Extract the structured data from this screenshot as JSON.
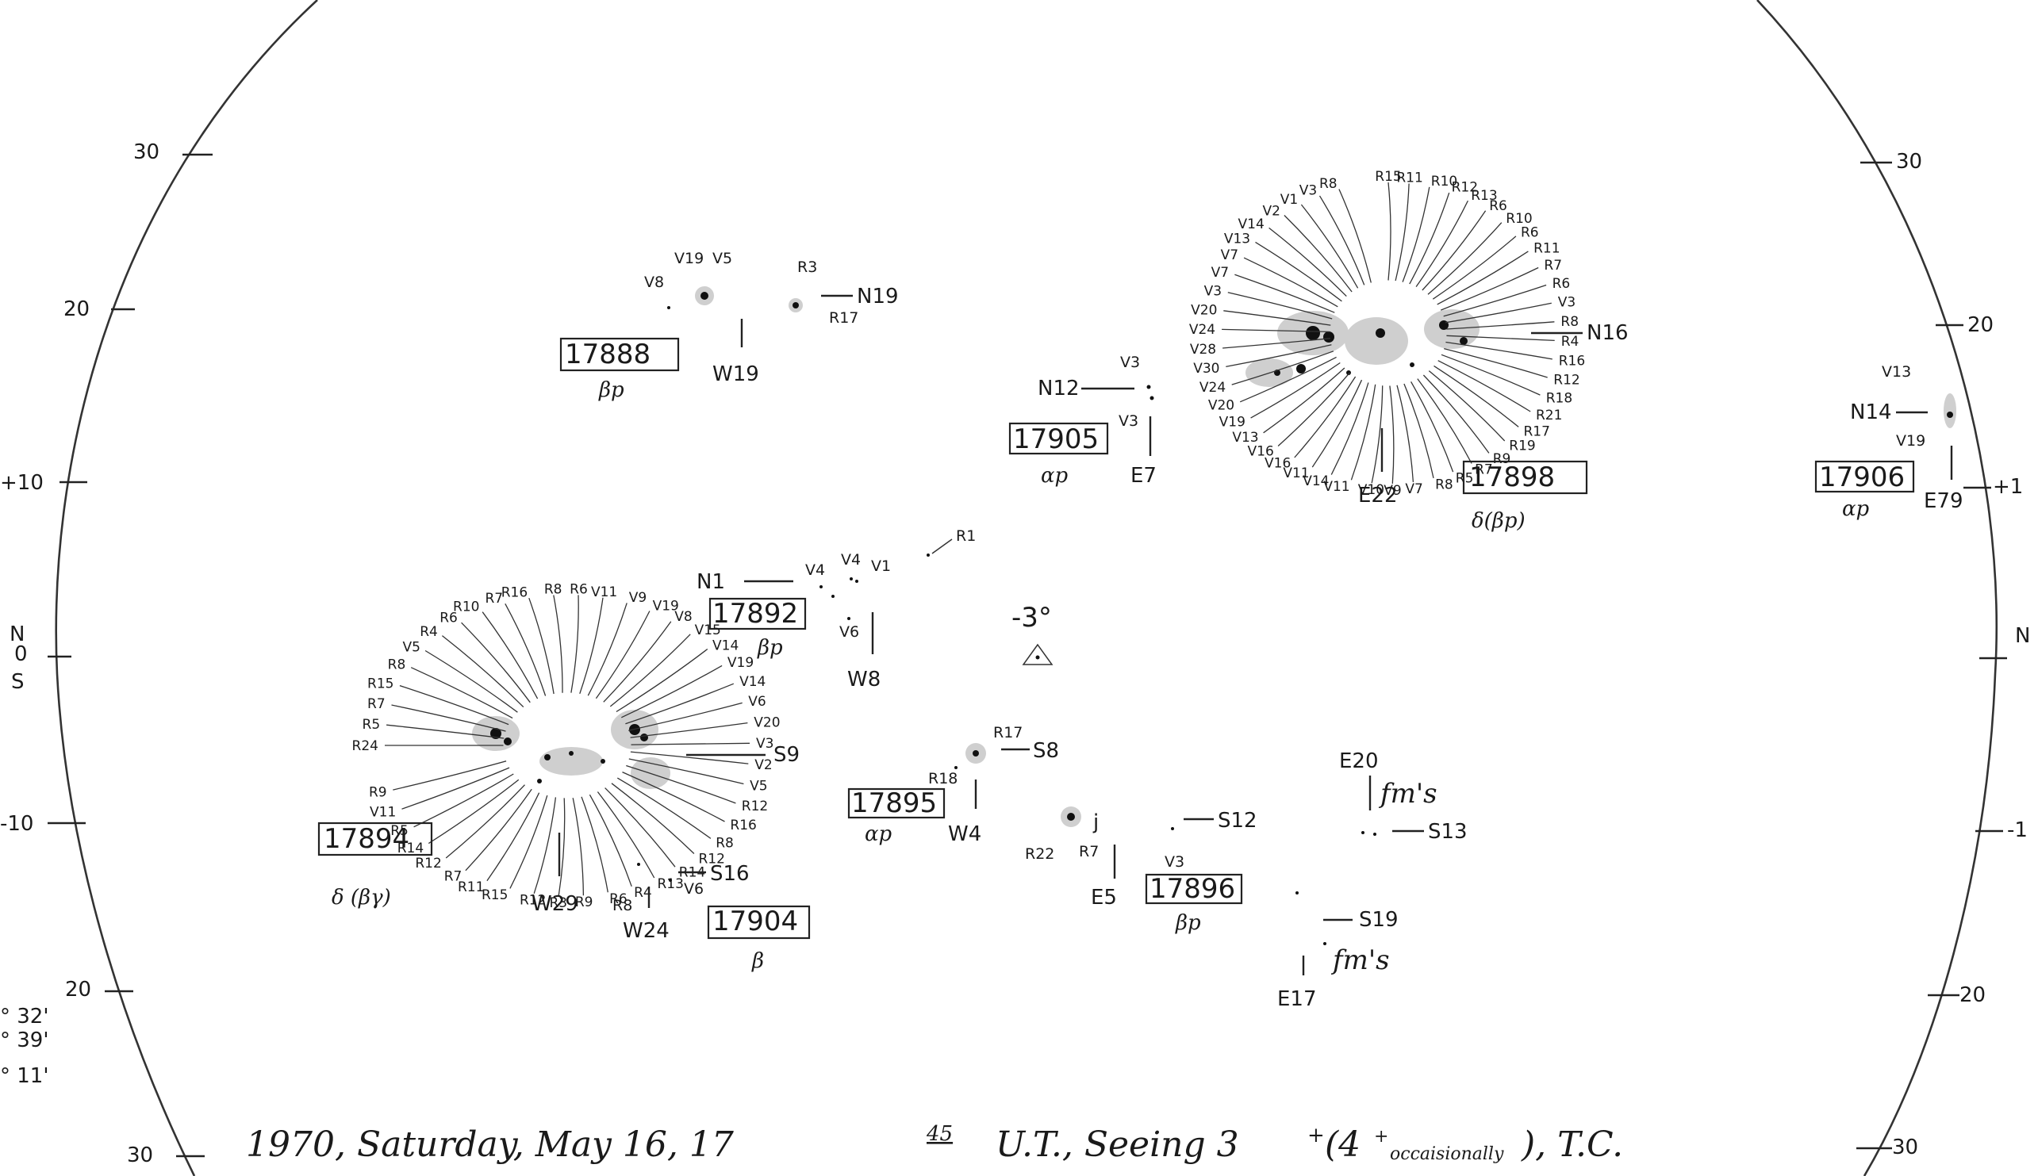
{
  "axis": {
    "left_ticks": [
      "30",
      "20",
      "+10",
      "N",
      "0",
      "S",
      "-10",
      "20",
      "30"
    ],
    "right_ticks": [
      "30",
      "20",
      "+1",
      "N",
      "-1",
      "20",
      "30"
    ]
  },
  "corner": {
    "lines": [
      "° 32'",
      "° 39'",
      "° 11'"
    ]
  },
  "footer": {
    "date": "1970, Saturday, May 16, 17",
    "time_sup": "45",
    "rest": "U.T., Seeing 3",
    "seeing_sup": "+",
    "paren_open": "(4",
    "paren_sup": "+",
    "occ": "occaisionally",
    "paren_close": "), T.C."
  },
  "regions": [
    {
      "number": "17888",
      "class": "βp",
      "lat": "N19",
      "lon": "W19",
      "spots": [
        "V8",
        "V19",
        "V5",
        "R3",
        "R17"
      ]
    },
    {
      "number": "17905",
      "class": "αp",
      "lat": "N12",
      "lon": "E7",
      "spots": [
        "V3",
        "V3"
      ]
    },
    {
      "number": "17898",
      "class": "δ(βp)",
      "lat": "N16",
      "lon": "E22"
    },
    {
      "number": "17906",
      "class": "αp",
      "lat": "N14",
      "lon": "E79",
      "spots": [
        "V13",
        "V19"
      ]
    },
    {
      "number": "17892",
      "class": "βp",
      "lat": "N1",
      "lon": "W8",
      "spots": [
        "V4",
        "V4",
        "V1",
        "V6",
        "R1"
      ]
    },
    {
      "number": "17894",
      "class": "δ (βγ)",
      "lat": "S9",
      "lon": "W29"
    },
    {
      "number": "17904",
      "class": "β",
      "lat": "S16",
      "lon": "W24",
      "spots": [
        "R8",
        "V6"
      ]
    },
    {
      "number": "17895",
      "class": "αp",
      "lat": "S8",
      "lon": "W4",
      "spots": [
        "R17",
        "R18"
      ]
    },
    {
      "number": "17896",
      "class": "βp",
      "lat": "S12",
      "lon": "E5",
      "spots": [
        "R22",
        "R7",
        "j",
        "V3"
      ]
    }
  ],
  "plage": [
    {
      "lat": "S13",
      "lon": "E20",
      "note": "fm's"
    },
    {
      "lat": "S19",
      "lon": "E17",
      "note": "fm's"
    }
  ],
  "center_mark": {
    "label": "-3°"
  },
  "spots_17898": [
    "R15",
    "R11",
    "R10",
    "R12",
    "R13",
    "R6",
    "R10",
    "R6",
    "R11",
    "R7",
    "R6",
    "V3",
    "R8",
    "R4",
    "R16",
    "R12",
    "R18",
    "R21",
    "R17",
    "R19",
    "R9",
    "R7",
    "R5",
    "R8",
    "V7",
    "V9",
    "V10",
    "V11",
    "V14",
    "V11",
    "V16",
    "V16",
    "V13",
    "V19",
    "V20",
    "V24",
    "V30",
    "V28",
    "V24",
    "V20",
    "V3",
    "V7",
    "V7",
    "V13",
    "V14",
    "V2",
    "V1",
    "V3",
    "R8"
  ],
  "spots_17894": [
    "R24",
    "R5",
    "R7",
    "R15",
    "R8",
    "V5",
    "R4",
    "R6",
    "R10",
    "R7",
    "R16",
    "R8",
    "R6",
    "V11",
    "V9",
    "V19",
    "V8",
    "V15",
    "V14",
    "V19",
    "V14",
    "V6",
    "V20",
    "V3",
    "V2",
    "V5",
    "R12",
    "R16",
    "R8",
    "R12",
    "R14",
    "R13",
    "R4",
    "R6",
    "R9",
    "R3",
    "R12",
    "R15",
    "R11",
    "R7",
    "R12",
    "R14",
    "R5",
    "V11",
    "R9"
  ]
}
